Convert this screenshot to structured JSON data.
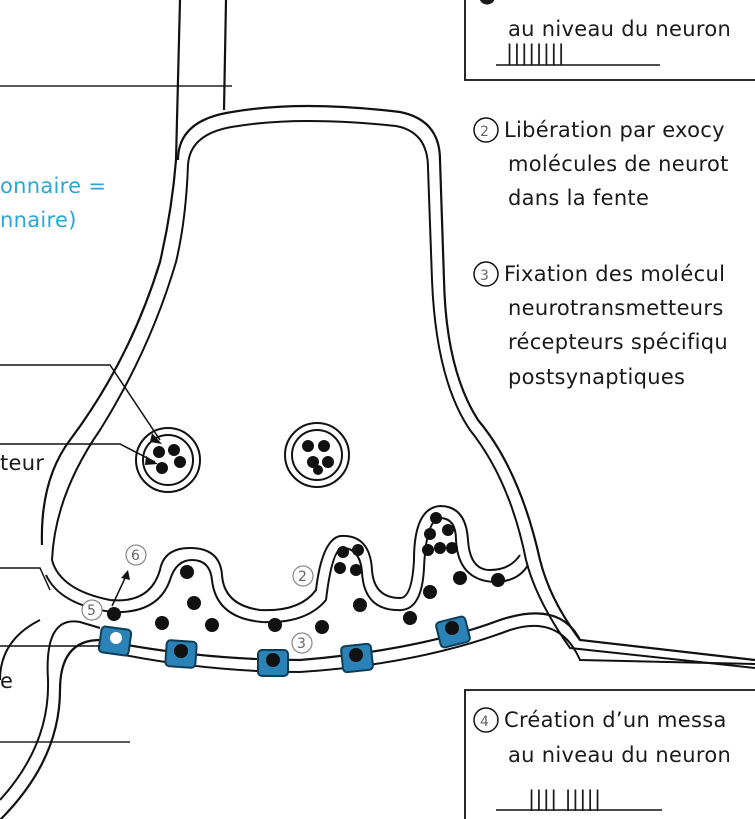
{
  "left_labels": {
    "cyan_line_1": "onnaire =",
    "cyan_line_2": "nnaire)",
    "teur": "teur",
    "e": "e"
  },
  "top_box": {
    "line_text": "au niveau du neuron",
    "ticks": "||||||||"
  },
  "step2": {
    "number": "2",
    "line1": "Libération par exocy",
    "line2": "molécules de neurot",
    "line3": "dans la fente"
  },
  "step3": {
    "number": "3",
    "line1": "Fixation des molécul",
    "line2": "neurotransmetteurs",
    "line3": "récepteurs spécifiqu",
    "line4": "postsynaptiques"
  },
  "bottom_box": {
    "number": "4",
    "line1": "Création d’un messa",
    "line2": "au niveau du neuron",
    "ticks": "|||| |||||"
  },
  "diagram_numbers": {
    "n2": "2",
    "n3": "3",
    "n5": "5",
    "n6": "6"
  },
  "colors": {
    "cyan_text": "#2aa7d6",
    "receptor_blue": "#2b82b6",
    "ink": "#111111"
  }
}
